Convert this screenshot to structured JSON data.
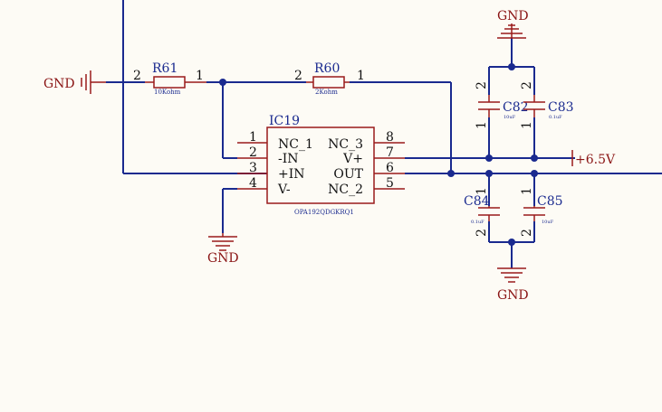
{
  "labels": {
    "gnd_left": "GND",
    "gnd_top": "GND",
    "gnd_opamp": "GND",
    "gnd_bottom": "GND",
    "power_rail": "+6.5V"
  },
  "resistors": {
    "r61": {
      "ref": "R61",
      "value": "10Kohm",
      "pin_left": "2",
      "pin_right": "1"
    },
    "r60": {
      "ref": "R60",
      "value": "2Kohm",
      "pin_left": "2",
      "pin_right": "1"
    }
  },
  "ic": {
    "ref": "IC19",
    "part": "OPA192QDGKRQ1",
    "left_pins": [
      {
        "num": "1",
        "name": "NC_1"
      },
      {
        "num": "2",
        "name": "-IN"
      },
      {
        "num": "3",
        "name": "+IN"
      },
      {
        "num": "4",
        "name": "V-"
      }
    ],
    "right_pins": [
      {
        "num": "8",
        "name": "NC_3"
      },
      {
        "num": "7",
        "name": "V+"
      },
      {
        "num": "6",
        "name": "OUT"
      },
      {
        "num": "5",
        "name": "NC_2"
      }
    ]
  },
  "capacitors": {
    "c82": {
      "ref": "C82",
      "value": "10uF",
      "pin_top": "2",
      "pin_bottom": "1"
    },
    "c83": {
      "ref": "C83",
      "value": "0.1uF",
      "pin_top": "2",
      "pin_bottom": "1"
    },
    "c84": {
      "ref": "C84",
      "value": "0.1uF",
      "pin_top": "1",
      "pin_bottom": "2"
    },
    "c85": {
      "ref": "C85",
      "value": "10uF",
      "pin_top": "1",
      "pin_bottom": "2"
    }
  }
}
